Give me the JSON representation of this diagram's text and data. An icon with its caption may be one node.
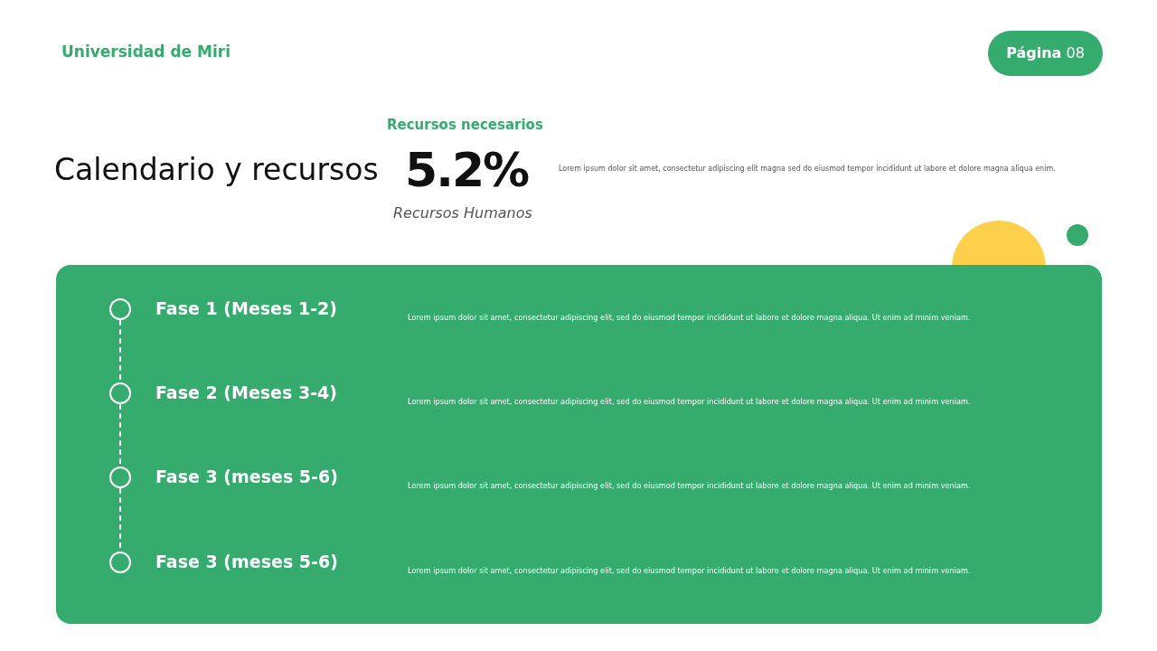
{
  "diagram": {
    "title": "Calendario y recursos",
    "nodes": [
      {
        "text": [],
        "shape": "circle",
        "beside": [
          "Fase 1 (Meses 1-2)"
        ]
      },
      {
        "text": [],
        "shape": "circle",
        "beside": [
          "Fase 2 (Meses 3-4)"
        ]
      },
      {
        "text": [],
        "shape": "circle",
        "beside": [
          "Fase 3 (meses 5-6)"
        ]
      },
      {
        "text": [],
        "shape": "circle",
        "beside": [
          "Fase 3 (meses 5-6)"
        ]
      }
    ],
    "edges": [
      {
        "from": 0,
        "to": 1,
        "arrow": "none",
        "style": "dashed"
      },
      {
        "from": 1,
        "to": 2,
        "arrow": "none",
        "style": "dashed"
      },
      {
        "from": 2,
        "to": 3,
        "arrow": "none",
        "style": "dashed"
      }
    ],
    "labels": [
      "Universidad de Miri",
      "**Página** 08",
      "Recursos necesarios",
      "5.2%",
      "Recursos Humanos",
      "Lorem ipsum dolor sit amet, consectetur adipiscing elit magna sed do eiusmod tempor incididunt ut labore et dolore magna aliqua enim.",
      "Lorem ipsum dolor sit amet, consectetur adipiscing elit, sed do eiusmod tempor incididunt ut labore et dolore magna aliqua. Ut enim ad minim veniam.",
      "Lorem ipsum dolor sit amet, consectetur adipiscing elit, sed do eiusmod tempor incididunt ut labore et dolore magna aliqua. Ut enim ad minim veniam.",
      "Lorem ipsum dolor sit amet, consectetur adipiscing elit, sed do eiusmod tempor incididunt ut labore et dolore magna aliqua. Ut enim ad minim veniam.",
      "Lorem ipsum dolor sit amet, consectetur adipiscing elit, sed do eiusmod tempor incididunt ut labore et dolore magna aliqua. Ut enim ad minim veniam."
    ]
  }
}
